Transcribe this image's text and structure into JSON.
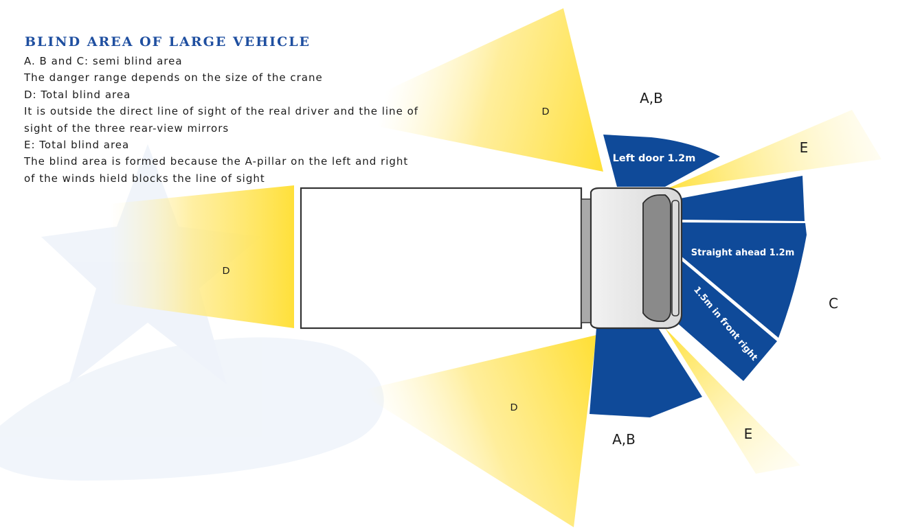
{
  "title": "BLIND AREA OF LARGE VEHICLE",
  "description": [
    "A. B and C: semi blind area",
    "The danger range depends on the size of the crane",
    "D: Total blind area",
    "It is outside the direct line of sight of the real driver and the line of",
    "sight of the three rear-view mirrors",
    "E: Total blind area",
    "The blind area is formed because the A-pillar on the left and right",
    "of the winds hield blocks the line of sight"
  ],
  "zone_labels": {
    "d_top": "D",
    "d_rear": "D",
    "d_bottom": "D",
    "ab_top": "A,B",
    "ab_bottom": "A,B",
    "e_top": "E",
    "e_bottom": "E",
    "c": "C"
  },
  "area_texts": {
    "left_door": "Left door 1.2m",
    "straight_ahead": "Straight ahead 1.2m",
    "front_right": "1.5m in front right"
  },
  "colors": {
    "title": "#1f4fa0",
    "semi_blind_area": "#0f4a99",
    "total_blind_area": "#ffe03a",
    "watermark": "#dde6f2"
  }
}
